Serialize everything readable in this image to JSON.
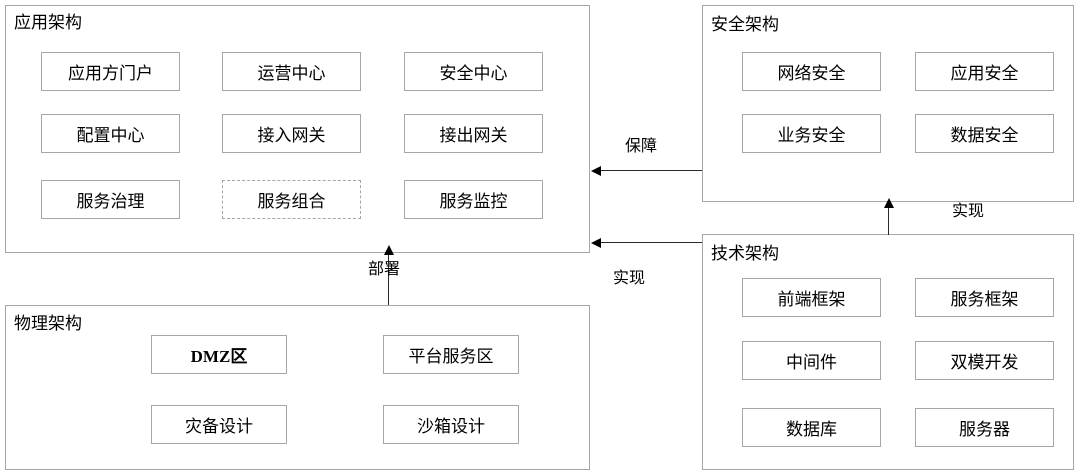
{
  "diagram": {
    "groups": {
      "application": {
        "title": "应用架构",
        "nodes": [
          {
            "label": "应用方门户",
            "style": "solid"
          },
          {
            "label": "运营中心",
            "style": "solid"
          },
          {
            "label": "安全中心",
            "style": "solid"
          },
          {
            "label": "配置中心",
            "style": "solid"
          },
          {
            "label": "接入网关",
            "style": "solid"
          },
          {
            "label": "接出网关",
            "style": "solid"
          },
          {
            "label": "服务治理",
            "style": "solid"
          },
          {
            "label": "服务组合",
            "style": "dashed"
          },
          {
            "label": "服务监控",
            "style": "solid"
          }
        ]
      },
      "physical": {
        "title": "物理架构",
        "nodes": [
          {
            "label": "DMZ区",
            "style": "bold"
          },
          {
            "label": "平台服务区",
            "style": "solid"
          },
          {
            "label": "灾备设计",
            "style": "solid"
          },
          {
            "label": "沙箱设计",
            "style": "solid"
          }
        ]
      },
      "security": {
        "title": "安全架构",
        "nodes": [
          {
            "label": "网络安全",
            "style": "solid"
          },
          {
            "label": "应用安全",
            "style": "solid"
          },
          {
            "label": "业务安全",
            "style": "solid"
          },
          {
            "label": "数据安全",
            "style": "solid"
          }
        ]
      },
      "technology": {
        "title": "技术架构",
        "nodes": [
          {
            "label": "前端框架",
            "style": "solid"
          },
          {
            "label": "服务框架",
            "style": "solid"
          },
          {
            "label": "中间件",
            "style": "solid"
          },
          {
            "label": "双模开发",
            "style": "solid"
          },
          {
            "label": "数据库",
            "style": "solid"
          },
          {
            "label": "服务器",
            "style": "solid"
          }
        ]
      }
    },
    "edges": [
      {
        "label": "保障",
        "from": "security",
        "to": "application"
      },
      {
        "label": "实现",
        "from": "technology",
        "to": "application"
      },
      {
        "label": "实现",
        "from": "technology",
        "to": "security"
      },
      {
        "label": "部署",
        "from": "physical",
        "to": "application"
      }
    ],
    "colors": {
      "border": "#a6a6a6",
      "arrow": "#000000",
      "background": "#ffffff",
      "text": "#000000"
    }
  }
}
